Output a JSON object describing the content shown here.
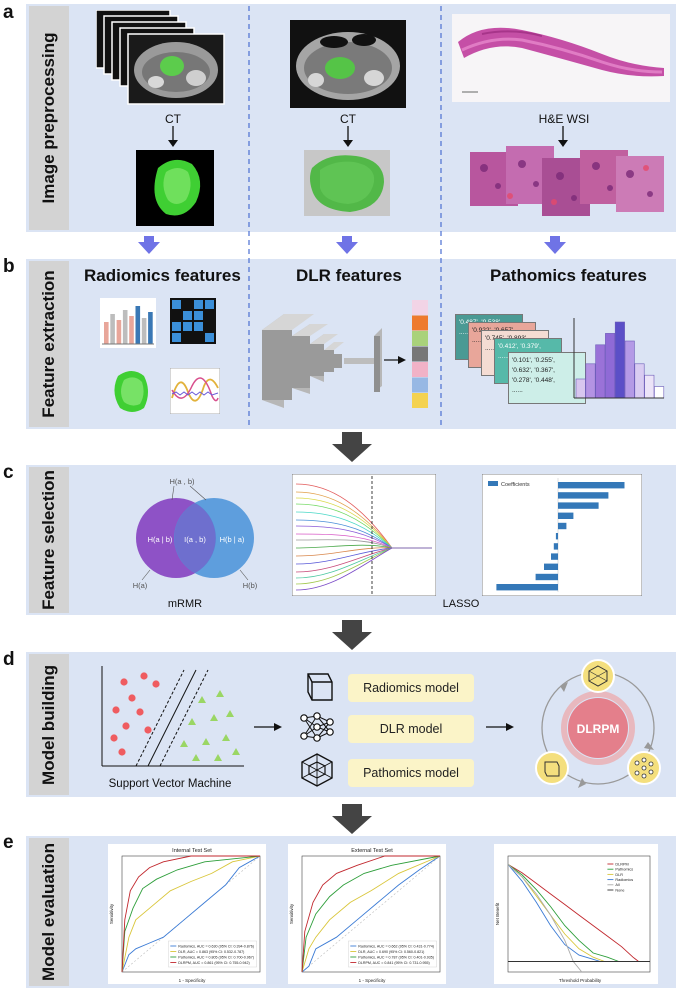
{
  "rows": [
    {
      "letter": "a",
      "side_label": "Image preprocessing"
    },
    {
      "letter": "b",
      "side_label": "Feature extraction"
    },
    {
      "letter": "c",
      "side_label": "Feature selection"
    },
    {
      "letter": "d",
      "side_label": "Model building"
    },
    {
      "letter": "e",
      "side_label": "Model evaluation"
    }
  ],
  "preprocessing": {
    "col1_label": "CT",
    "col2_label": "CT",
    "col3_label": "H&E WSI"
  },
  "extraction": {
    "titles": [
      "Radiomics features",
      "DLR features",
      "Pathomics features"
    ],
    "feature_cards": [
      {
        "lines": [
          "'0.487', '0.538',",
          "......"
        ],
        "color": "#4a9a94"
      },
      {
        "lines": [
          "'0.922', '0.657',",
          "......"
        ],
        "color": "#e8a69a"
      },
      {
        "lines": [
          "'0.745', '0.893',",
          "......"
        ],
        "color": "#f4dcd3"
      },
      {
        "lines": [
          "'0.412', '0.379',",
          "......"
        ],
        "color": "#56b9a9"
      },
      {
        "lines": [
          "'0.101', '0.255',",
          "'0.632', '0.367',",
          "'0.278', '0.448',",
          "......"
        ],
        "color": "#cdeee8"
      }
    ],
    "dlr_stack_colors": [
      "#f2d4e6",
      "#ee7a2d",
      "#a9d27b",
      "#777777",
      "#f1b2c7",
      "#97b8e4",
      "#f4d24f"
    ],
    "pathomics_hist": [
      0.25,
      0.45,
      0.7,
      0.85,
      1.0,
      0.75,
      0.45,
      0.3,
      0.15
    ],
    "radiomics_bars": [
      0.55,
      0.75,
      0.6,
      0.85,
      0.7,
      0.95,
      0.65,
      0.8
    ]
  },
  "selection": {
    "mrmr_label": "mRMR",
    "lasso_label": "LASSO",
    "venn": {
      "left": "H(a | b)",
      "mid": "I(a , b)",
      "right": "H(b | a)",
      "top": "H(a , b)",
      "ha": "H(a)",
      "hb": "H(b)"
    },
    "coef_legend": "Coefficients",
    "coefficients": [
      0.95,
      0.72,
      0.58,
      0.22,
      0.12,
      -0.03,
      -0.06,
      -0.1,
      -0.2,
      -0.32,
      -0.88
    ]
  },
  "building": {
    "svm_label": "Support Vector Machine",
    "models": [
      "Radiomics model",
      "DLR model",
      "Pathomics model"
    ],
    "center": "DLRPM",
    "colors": {
      "center": "#e47f8b",
      "svm_red": "#ef5c60",
      "svm_green": "#9ad664"
    }
  },
  "evaluation": {
    "charts": [
      {
        "title": "Internal Test Set",
        "xlabel": "1 - Specificity",
        "ylabel": "Sensitivity",
        "legend": [
          "Radiomics, AUC = 0.630 (95% CI: 0.394-0.876)",
          "DLR, AUC = 0.863 (95% CI: 0.532-0.787)",
          "Pathomics, AUC = 0.805 (95% CI: 0.700-0.967)",
          "DLRPM, AUC = 0.861 (95% CI: 0.755-0.942)"
        ]
      },
      {
        "title": "External Test Set",
        "xlabel": "1 - Specificity",
        "ylabel": "Sensitivity",
        "legend": [
          "Radiomics, AUC = 0.662 (95% CI: 0.431-0.774)",
          "DLR, AUC = 0.690 (95% CI: 0.560-0.821)",
          "Pathomics, AUC = 0.787 (95% CI: 0.401-0.935)",
          "DLRPM, AUC = 0.841 (95% CI: 0.731-0.955)"
        ]
      },
      {
        "title": "",
        "xlabel": "Threshold Probability",
        "ylabel": "Net Benefit",
        "legend": [
          "DLRPM",
          "Pathomics",
          "DLR",
          "Radiomics",
          "All",
          "None"
        ]
      }
    ],
    "series_colors": {
      "DLRPM": "#c1272d",
      "Pathomics": "#2e9e3a",
      "DLR": "#d9c63a",
      "Radiomics": "#3b7bd5",
      "All": "#aaaaaa",
      "None": "#333333"
    }
  }
}
